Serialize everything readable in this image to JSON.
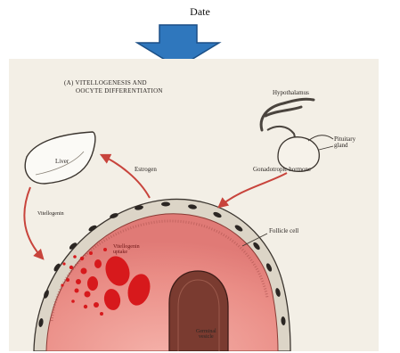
{
  "header": {
    "date_label": "Date"
  },
  "diagram": {
    "title_line1": "(A) VITELLOGENESIS AND",
    "title_line2": "OOCYTE DIFFERENTIATION",
    "labels": {
      "hypothalamus": "Hypothalamus",
      "pituitary_line1": "Pituitary",
      "pituitary_line2": "gland",
      "gonadotropic_hormone": "Gonadotropic hormone",
      "estrogen": "Estrogen",
      "liver": "Liver",
      "vitellogenin": "Vitellogenin",
      "follicle_cell": "Follicle cell",
      "uptake_line1": "Vitellogenin",
      "uptake_line2": "uptake",
      "germinal_line1": "Germinal",
      "germinal_line2": "vesicle"
    }
  },
  "colors": {
    "arrow": "#2f77bd",
    "arrow_outline": "#1b4f86",
    "oocyte": "#e8908a",
    "yolk": "#d7191c",
    "plate": "#f3efe6",
    "pathway_arrow": "#c8443c",
    "germinal_vesicle": "#7a3b30"
  }
}
